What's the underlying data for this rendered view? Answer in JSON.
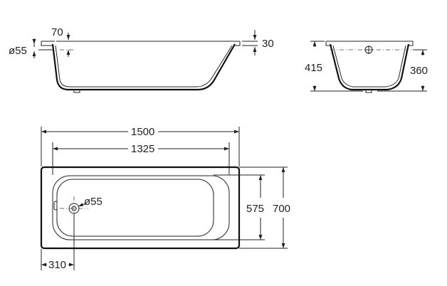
{
  "diagram": {
    "side_view": {
      "rim_overhang_label": "70",
      "drain_diameter_label": "ø55",
      "rim_height_label": "30"
    },
    "end_view": {
      "total_depth_label": "415",
      "inner_depth_label": "360"
    },
    "top_view": {
      "outer_length_label": "1500",
      "inner_length_label": "1325",
      "outer_width_label": "700",
      "inner_width_label": "575",
      "drain_diameter_label": "ø55",
      "drain_offset_label": "310"
    }
  }
}
